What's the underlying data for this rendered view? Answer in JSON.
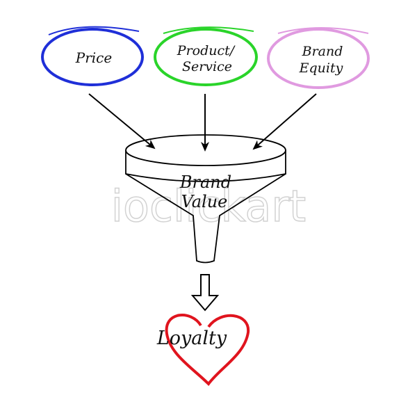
{
  "inputs": [
    {
      "label_lines": [
        "Price"
      ],
      "color": "#1f2fd8"
    },
    {
      "label_lines": [
        "Product/",
        "Service"
      ],
      "color": "#2ad42a"
    },
    {
      "label_lines": [
        "Brand",
        "Equity"
      ],
      "color": "#e09ae0"
    }
  ],
  "funnel": {
    "label_lines": [
      "Brand",
      "Value"
    ]
  },
  "result": {
    "label": "Loyalty",
    "color": "#e0141e"
  },
  "watermark": "ioclickart"
}
